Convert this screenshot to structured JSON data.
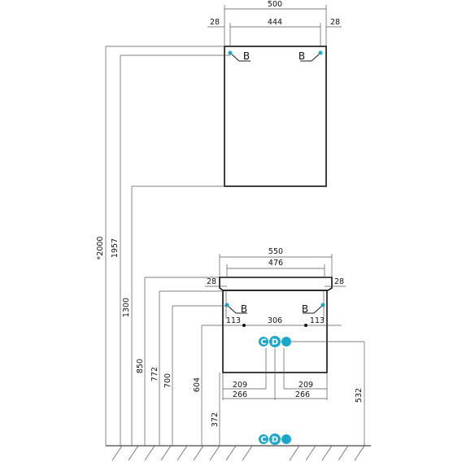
{
  "dimensions": {
    "cabinet_width": "500",
    "cabinet_inner": "444",
    "cabinet_left_off": "28",
    "cabinet_right_off": "28",
    "sink_width": "550",
    "sink_inner": "476",
    "sink_left_off": "28",
    "sink_right_off": "28",
    "h_2000": "*2000",
    "h_1957": "1957",
    "h_1300": "1300",
    "h_850": "850",
    "h_772": "772",
    "h_700": "700",
    "h_604": "604",
    "h_372": "372",
    "h_532": "532",
    "pipe_center": "306",
    "pipe_left": "113",
    "pipe_right": "113",
    "bottom_209_left": "209",
    "bottom_209_right": "209",
    "bottom_266_left": "266",
    "bottom_266_right": "266"
  },
  "labels": {
    "hinge_b": "B",
    "pipe_c": "C",
    "pipe_d": "D"
  },
  "colors": {
    "accent": "#1aa7c9",
    "line": "#1a1a1a"
  }
}
